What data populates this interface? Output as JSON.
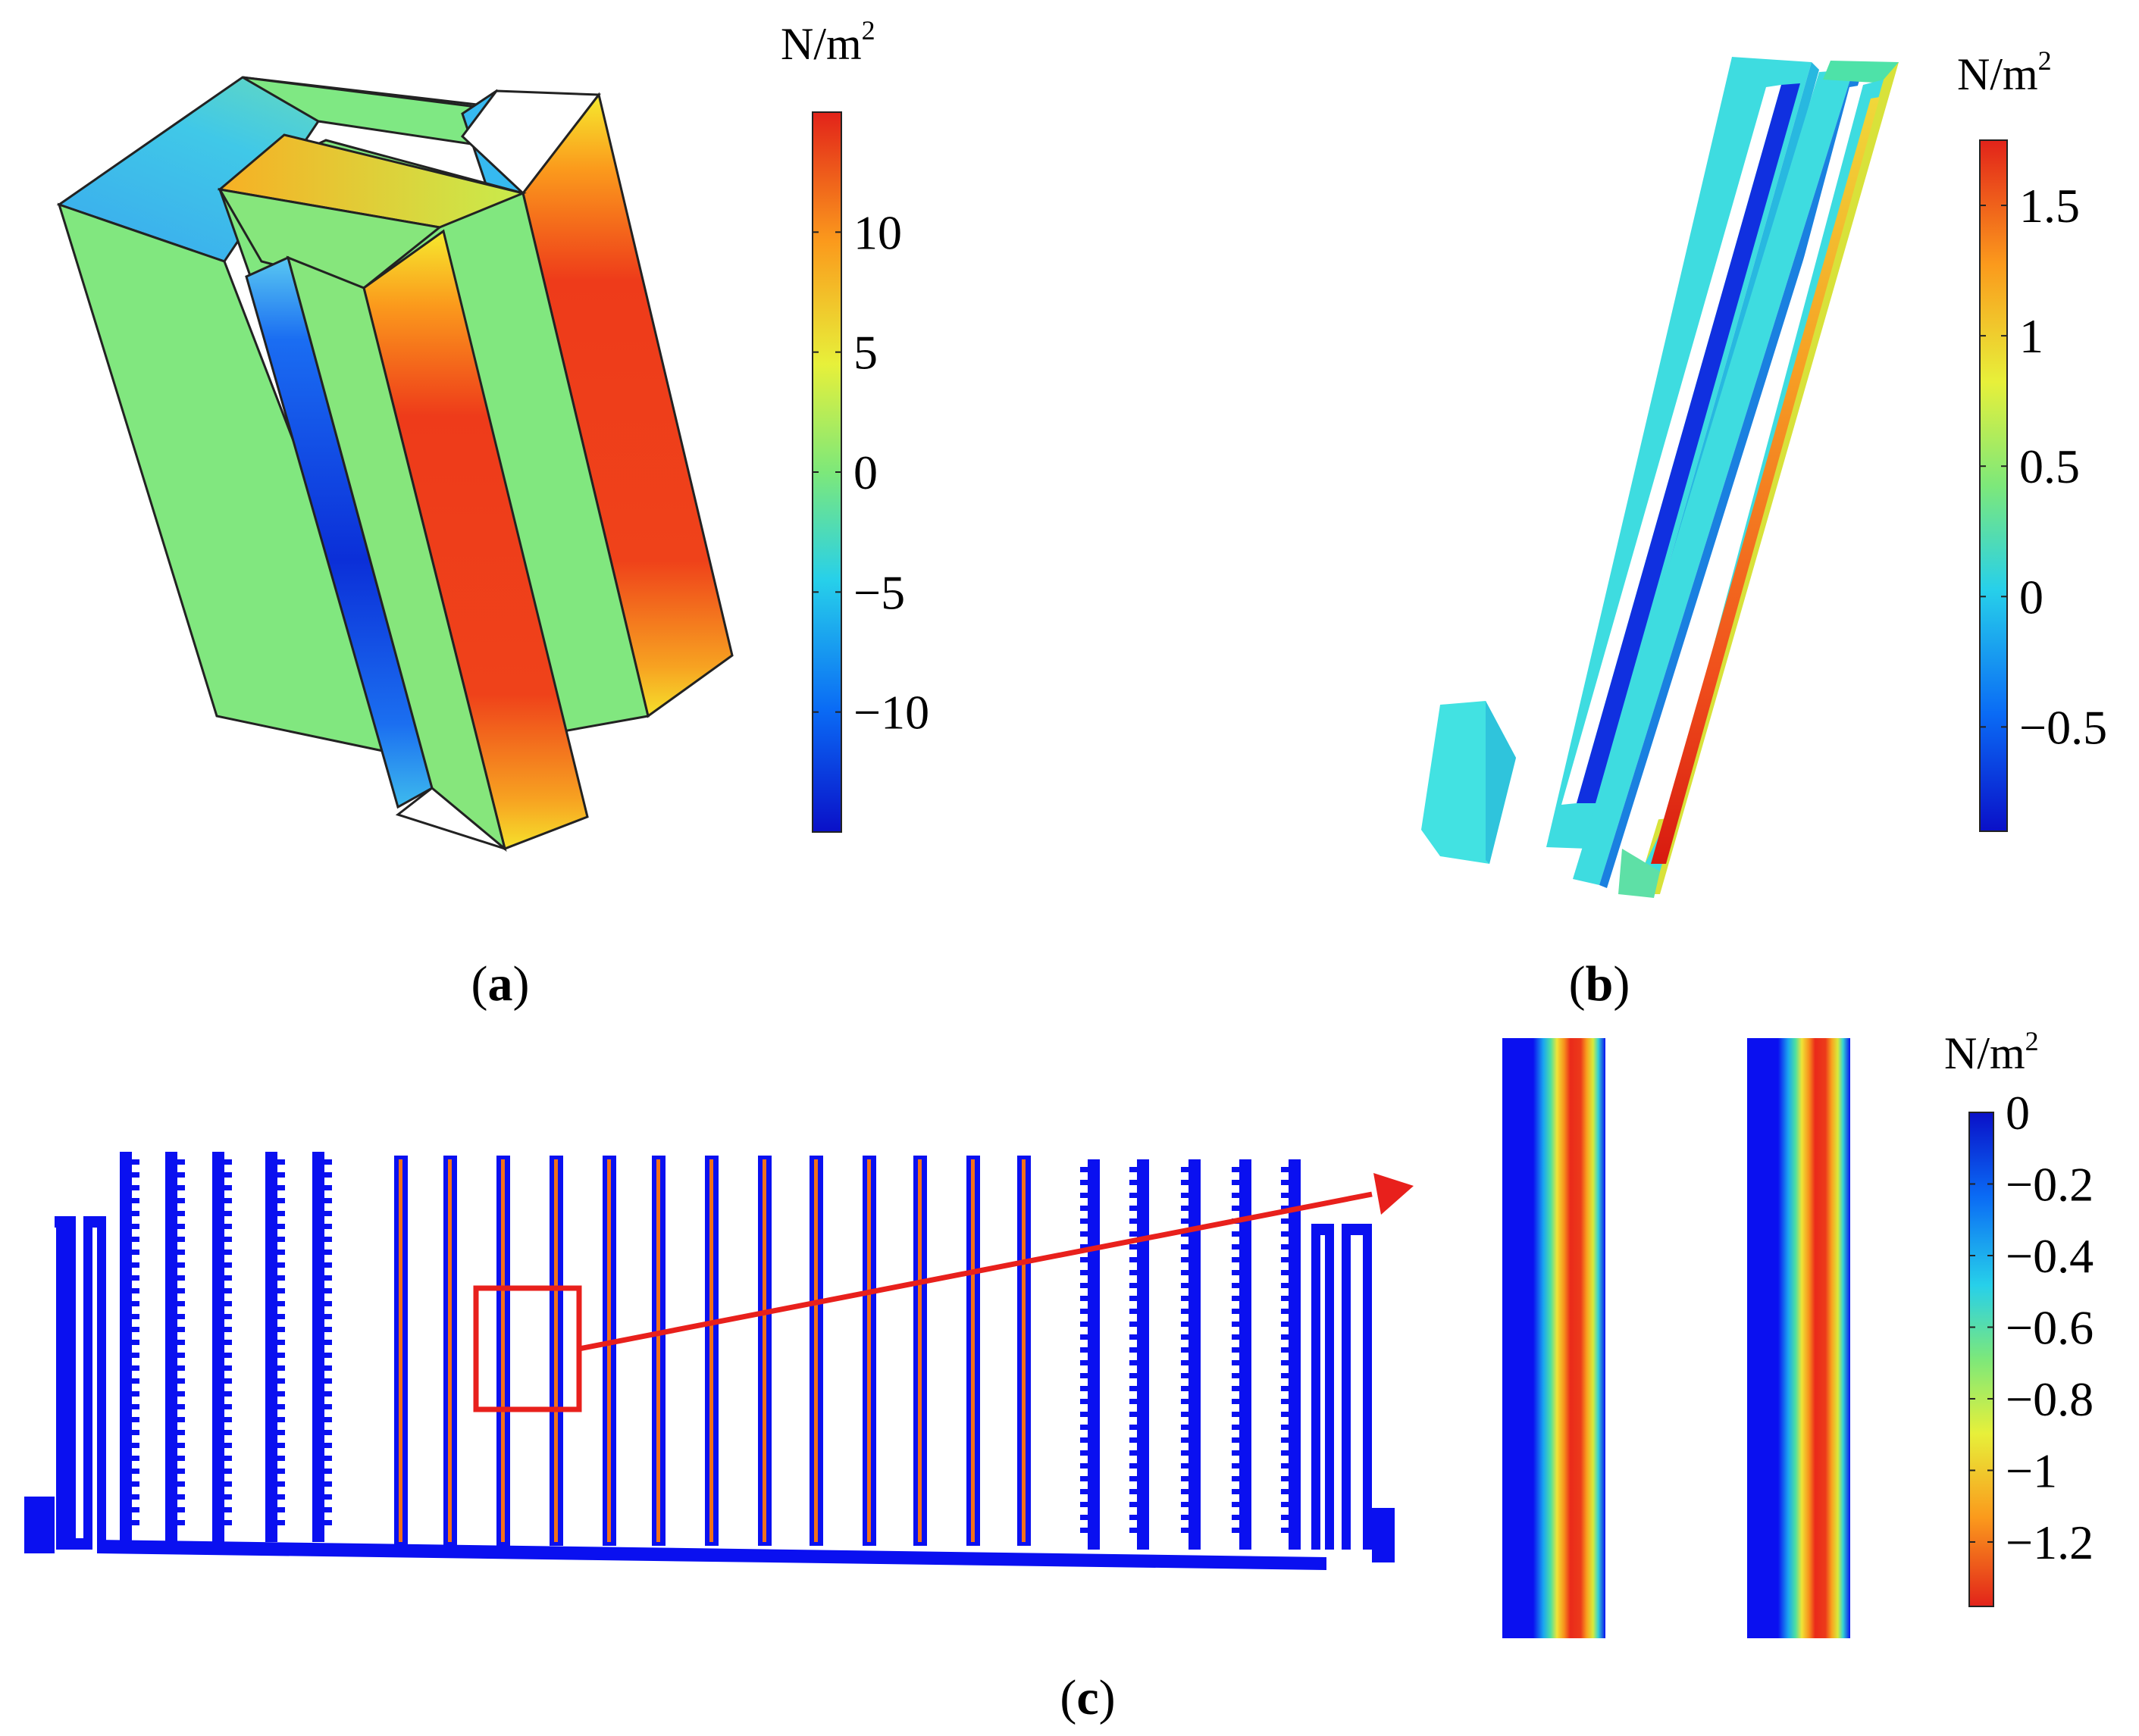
{
  "panels": {
    "a": {
      "caption_letter": "a",
      "colorbar": {
        "unit_base": "N/m",
        "unit_exp": "2",
        "ticks": [
          "10",
          "5",
          "0",
          "−10",
          "−5"
        ],
        "tick_values": [
          10,
          5,
          0,
          -10,
          -5
        ],
        "min": -15,
        "max": 15,
        "colormap": [
          "#0a10c8",
          "#0a6bf5",
          "#27d0ea",
          "#7de87a",
          "#e7f03a",
          "#fb9a1c",
          "#e2231a"
        ]
      }
    },
    "b": {
      "caption_letter": "b",
      "colorbar": {
        "unit_base": "N/m",
        "unit_exp": "2",
        "ticks": [
          "1.5",
          "1",
          "0.5",
          "0",
          "−0.5"
        ],
        "tick_values": [
          1.5,
          1,
          0.5,
          0,
          -0.5
        ],
        "min": -0.9,
        "max": 1.75,
        "colormap": [
          "#0a10c8",
          "#0a6bf5",
          "#27d0ea",
          "#7de87a",
          "#e7f03a",
          "#fb9a1c",
          "#e2231a"
        ]
      }
    },
    "c": {
      "caption_letter": "c",
      "colorbar": {
        "unit_base": "N/m",
        "unit_exp": "2",
        "ticks": [
          "0",
          "−0.2",
          "−0.4",
          "−0.6",
          "−0.8",
          "−1",
          "−1.2"
        ],
        "tick_values": [
          0,
          -0.2,
          -0.4,
          -0.6,
          -0.8,
          -1,
          -1.2
        ],
        "min": -1.38,
        "max": 0,
        "colormap": [
          "#e2231a",
          "#fb9a1c",
          "#e7f03a",
          "#7de87a",
          "#27d0ea",
          "#0a6bf5",
          "#0a10c8"
        ]
      }
    }
  },
  "colors": {
    "structure_blue": "#0a10f0",
    "callout_red": "#e8201c",
    "edge": "#222222"
  }
}
